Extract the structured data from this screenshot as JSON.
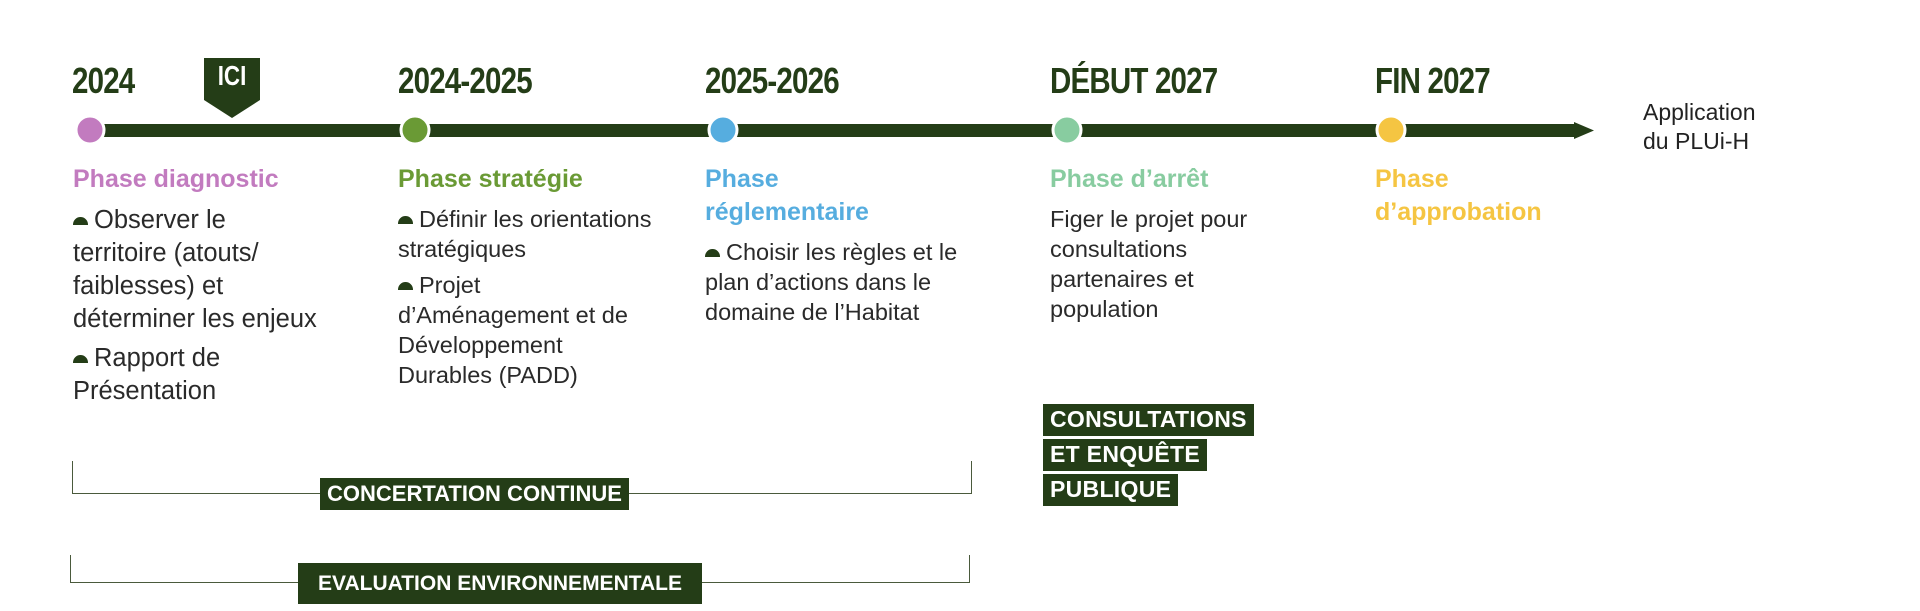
{
  "colors": {
    "line": "#243d17",
    "diagnostic": "#c27bbf",
    "strategie": "#6a9a35",
    "reglementaire": "#56addf",
    "arret": "#88ccA0",
    "approbation": "#f5c542"
  },
  "timeline": {
    "here_label": "ICI",
    "end_label_line1": "Application",
    "end_label_line2": "du PLUi-H",
    "stages": [
      {
        "year": "2024",
        "title": "Phase diagnostic",
        "bullets": [
          "Observer le territoire (atouts/ faiblesses) et déterminer les enjeux",
          "Rapport de Présentation"
        ]
      },
      {
        "year": "2024-2025",
        "title": "Phase stratégie",
        "bullets": [
          "Définir les orientations stratégiques",
          "Projet d’Aménagement et de Développement Durables (PADD)"
        ]
      },
      {
        "year": "2025-2026",
        "title_line1": "Phase",
        "title_line2": "réglementaire",
        "bullets": [
          "Choisir les règles et le plan d’actions dans le domaine de l’Habitat"
        ]
      },
      {
        "year": "DÉBUT 2027",
        "title": "Phase d’arrêt",
        "text": "Figer le projet pour consultations partenaires et population"
      },
      {
        "year": "FIN 2027",
        "title_line1": "Phase",
        "title_line2": "d’approbation"
      }
    ]
  },
  "labels": {
    "concertation": "CONCERTATION CONTINUE",
    "evaluation": "EVALUATION ENVIRONNEMENTALE",
    "consult_line1": "CONSULTATIONS",
    "consult_line2": "ET ENQUÊTE",
    "consult_line3": "PUBLIQUE"
  }
}
